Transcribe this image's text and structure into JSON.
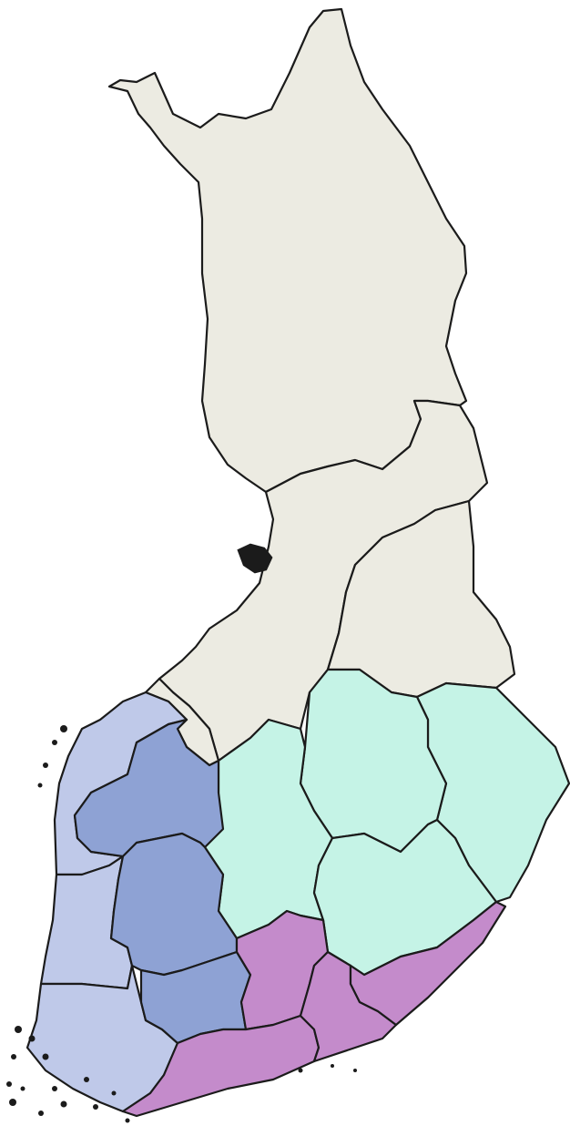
{
  "palette": {
    "north": "#ecebe2",
    "east": "#c5f3e6",
    "west_light": "#bfc9e9",
    "west_dark": "#8ea2d4",
    "south": "#c48bcb",
    "border": "#1b1b1b"
  },
  "regions": [
    {
      "id": "lapland",
      "group": "north"
    },
    {
      "id": "north-ostrobothnia",
      "group": "north"
    },
    {
      "id": "kainuu",
      "group": "north"
    },
    {
      "id": "central-ostrobothnia",
      "group": "north"
    },
    {
      "id": "north-karelia",
      "group": "east"
    },
    {
      "id": "north-savo",
      "group": "east"
    },
    {
      "id": "central-finland",
      "group": "east"
    },
    {
      "id": "south-savo",
      "group": "east"
    },
    {
      "id": "ostrobothnia",
      "group": "west_light"
    },
    {
      "id": "satakunta",
      "group": "west_light"
    },
    {
      "id": "southwest-finland",
      "group": "west_light"
    },
    {
      "id": "south-ostrobothnia",
      "group": "west_dark"
    },
    {
      "id": "pirkanmaa",
      "group": "west_dark"
    },
    {
      "id": "tavastia-proper",
      "group": "west_dark"
    },
    {
      "id": "paijat-hame",
      "group": "south"
    },
    {
      "id": "uusimaa",
      "group": "south"
    },
    {
      "id": "kymenlaakso",
      "group": "south"
    },
    {
      "id": "south-karelia",
      "group": "south"
    }
  ]
}
